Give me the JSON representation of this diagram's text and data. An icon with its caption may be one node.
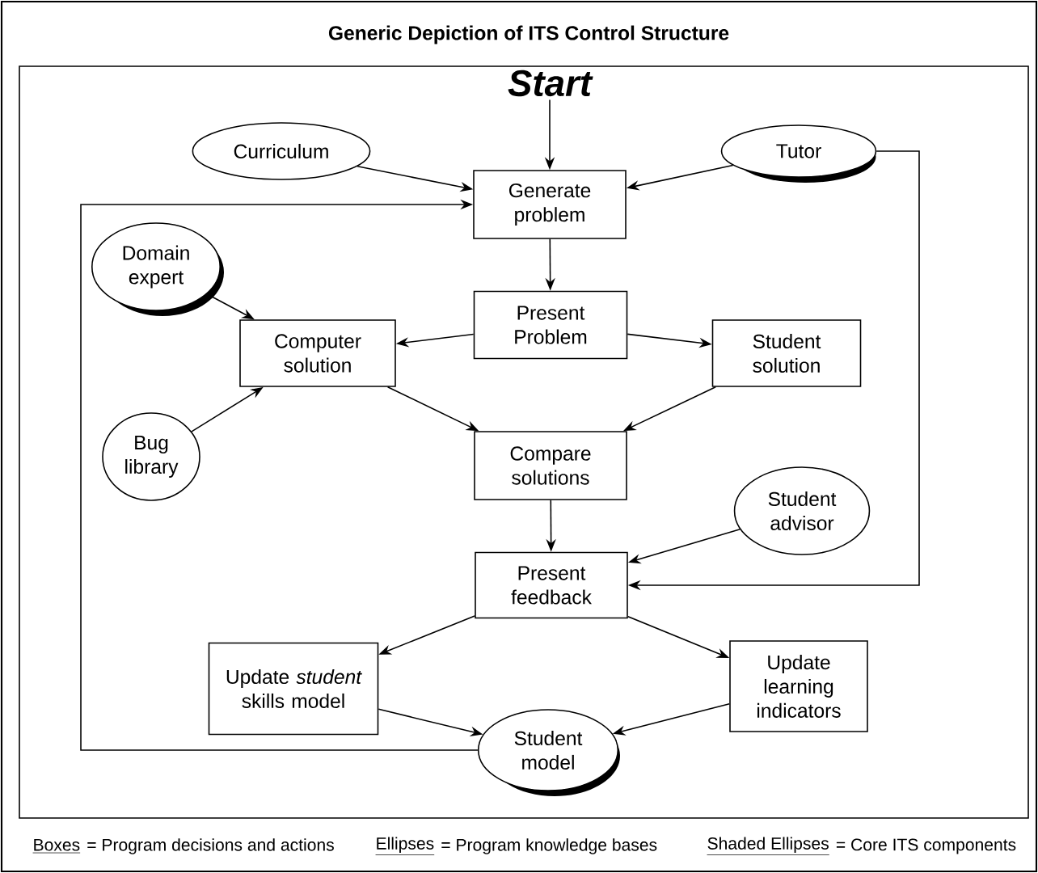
{
  "diagram": {
    "title": "Generic Depiction of ITS Control Structure",
    "nodes": [
      {
        "text": [
          "Start"
        ]
      },
      {
        "text": [
          "Curriculum"
        ]
      },
      {
        "text": [
          "Tutor"
        ]
      },
      {
        "text": [
          "Generate problem"
        ]
      },
      {
        "text": [
          "Domain expert"
        ]
      },
      {
        "text": [
          "Present Problem"
        ]
      },
      {
        "text": [
          "Computer solution"
        ]
      },
      {
        "text": [
          "Student solution"
        ]
      },
      {
        "text": [
          "Bug library"
        ]
      },
      {
        "text": [
          "Compare solutions"
        ]
      },
      {
        "text": [
          "Student advisor"
        ]
      },
      {
        "text": [
          "Present feedback"
        ]
      },
      {
        "text": [
          "Update *student* skills model"
        ]
      },
      {
        "text": [
          "Update learning indicators"
        ]
      },
      {
        "text": [
          "Student model"
        ]
      }
    ],
    "edges": [
      {
        "from": 0,
        "to": 3,
        "arrow": "to"
      },
      {
        "from": 1,
        "to": 3,
        "arrow": "to"
      },
      {
        "from": 2,
        "to": 3,
        "arrow": "to"
      },
      {
        "from": 2,
        "to": 11,
        "arrow": "to"
      },
      {
        "from": 14,
        "to": 3,
        "arrow": "to"
      },
      {
        "from": 3,
        "to": 5,
        "arrow": "to"
      },
      {
        "from": 4,
        "to": 6,
        "arrow": "to"
      },
      {
        "from": 8,
        "to": 6,
        "arrow": "to"
      },
      {
        "from": 5,
        "to": 6,
        "arrow": "to"
      },
      {
        "from": 5,
        "to": 7,
        "arrow": "to"
      },
      {
        "from": 6,
        "to": 9,
        "arrow": "to"
      },
      {
        "from": 7,
        "to": 9,
        "arrow": "to"
      },
      {
        "from": 9,
        "to": 11,
        "arrow": "to"
      },
      {
        "from": 10,
        "to": 11,
        "arrow": "to"
      },
      {
        "from": 11,
        "to": 12,
        "arrow": "to"
      },
      {
        "from": 11,
        "to": 13,
        "arrow": "to"
      },
      {
        "from": 12,
        "to": 14,
        "arrow": "to"
      },
      {
        "from": 13,
        "to": 14,
        "arrow": "to"
      }
    ],
    "labels": [
      "Boxes",
      "= Program decisions and actions",
      "Ellipses",
      "= Program knowledge bases",
      "Shaded Ellipses",
      "= Core ITS components"
    ]
  }
}
